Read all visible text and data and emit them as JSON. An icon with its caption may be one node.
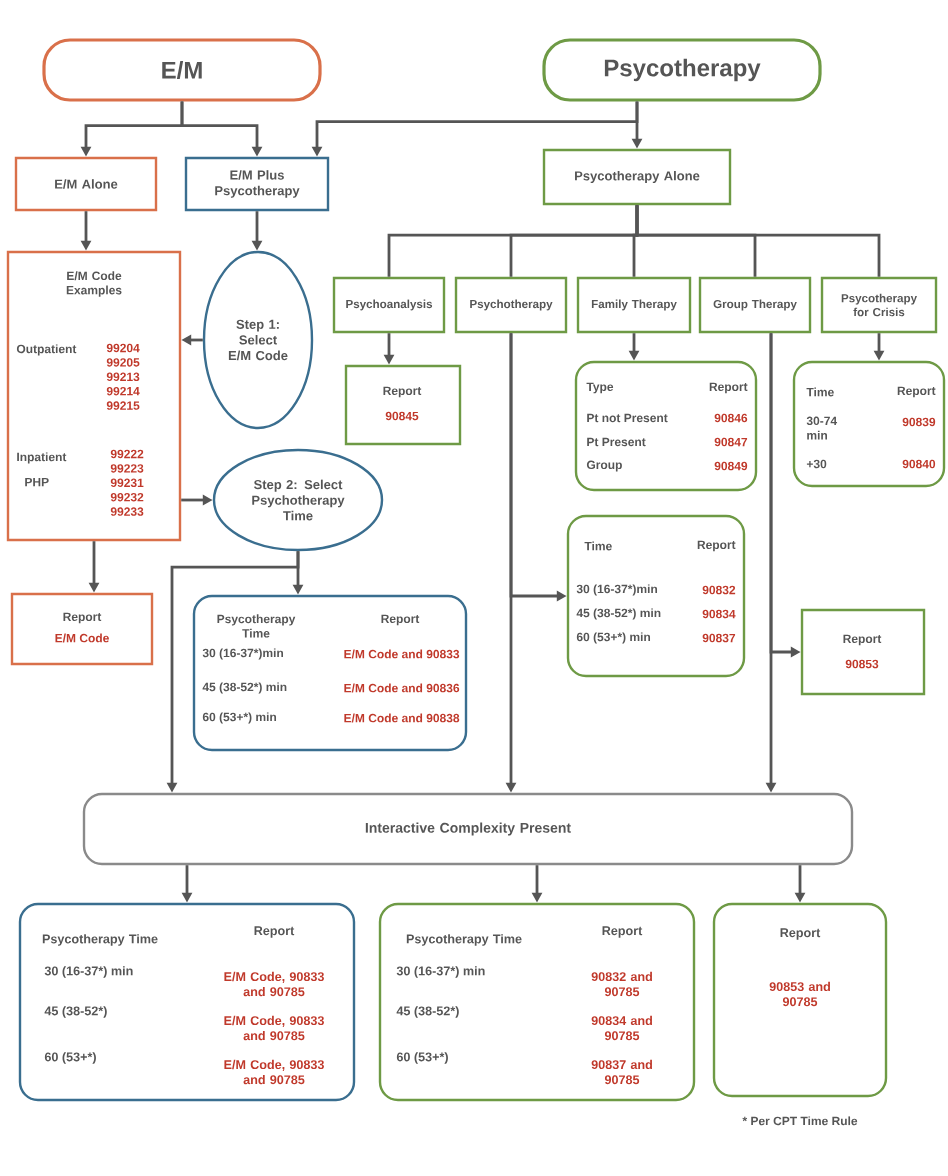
{
  "diagram": {
    "nodes": [
      {
        "text": [
          "E/M"
        ]
      },
      {
        "text": [
          "Psycotherapy"
        ]
      },
      {
        "text": [
          "E/M Alone"
        ]
      },
      {
        "text": [
          "E/M Plus Psycotherapy"
        ]
      },
      {
        "text": [
          "Psycotherapy Alone"
        ]
      },
      {
        "text": [
          "E/M Code Examples",
          "Outpatient",
          "99204",
          "99205",
          "99213",
          "99214",
          "99215",
          "Inpatient",
          "PHP",
          "99222",
          "99223",
          "99231",
          "99232",
          "99233"
        ]
      },
      {
        "text": [
          "Step 1: Select E/M Code"
        ]
      },
      {
        "text": [
          "Step 2: Select Psychotherapy Time"
        ]
      },
      {
        "text": [
          "Report",
          "E/M Code"
        ]
      },
      {
        "text": [
          "Psycotherapy Time",
          "Report",
          "30 (16-37*)min",
          "E/M Code and 90833",
          "45 (38-52*) min",
          "E/M Code and 90836",
          "60 (53+*) min",
          "E/M Code and 90838"
        ]
      },
      {
        "text": [
          "Psychoanalysis"
        ]
      },
      {
        "text": [
          "Psychotherapy"
        ]
      },
      {
        "text": [
          "Family Therapy"
        ]
      },
      {
        "text": [
          "Group Therapy"
        ]
      },
      {
        "text": [
          "Psycotherapy for Crisis"
        ]
      },
      {
        "text": [
          "Report",
          "90845"
        ]
      },
      {
        "text": [
          "Type",
          "Report",
          "Pt not Present",
          "90846",
          "Pt Present",
          "90847",
          "Group",
          "90849"
        ]
      },
      {
        "text": [
          "Time",
          "Report",
          "30-74 min",
          "90839",
          "+30",
          "90840"
        ]
      },
      {
        "text": [
          "Time",
          "Report",
          "30 (16-37*)min",
          "90832",
          "45 (38-52*) min",
          "90834",
          "60 (53+*) min",
          "90837"
        ]
      },
      {
        "text": [
          "Report",
          "90853"
        ]
      },
      {
        "text": [
          "Interactive Complexity Present"
        ]
      },
      {
        "text": [
          "Psycotherapy Time",
          "Report",
          "30 (16-37*) min",
          "E/M Code, 90833 and 90785",
          "45 (38-52*)",
          "E/M Code, 90833 and 90785",
          "60 (53+*)",
          "E/M Code, 90833 and 90785"
        ]
      },
      {
        "text": [
          "Psycotherapy Time",
          "Report",
          "30 (16-37*) min",
          "90832 and 90785",
          "45 (38-52*)",
          "90834 and 90785",
          "60 (53+*)",
          "90837 and 90785"
        ]
      },
      {
        "text": [
          "Report",
          "90853 and 90785"
        ]
      }
    ],
    "edges": [
      {
        "from": 0,
        "to": 2,
        "arrow": "to"
      },
      {
        "from": 0,
        "to": 3,
        "arrow": "to"
      },
      {
        "from": 1,
        "to": 4,
        "arrow": "to"
      },
      {
        "from": 1,
        "to": 3,
        "arrow": "to"
      },
      {
        "from": 2,
        "to": 5,
        "arrow": "to"
      },
      {
        "from": 3,
        "to": 6,
        "arrow": "to"
      },
      {
        "from": 6,
        "to": 5,
        "arrow": "to"
      },
      {
        "from": 5,
        "to": 7,
        "arrow": "to"
      },
      {
        "from": 5,
        "to": 8,
        "arrow": "to"
      },
      {
        "from": 7,
        "to": 9,
        "arrow": "to"
      },
      {
        "from": 7,
        "to": 20,
        "arrow": "to"
      },
      {
        "from": 4,
        "to": 10,
        "arrow": "none"
      },
      {
        "from": 4,
        "to": 11,
        "arrow": "none"
      },
      {
        "from": 4,
        "to": 12,
        "arrow": "none"
      },
      {
        "from": 4,
        "to": 13,
        "arrow": "none"
      },
      {
        "from": 4,
        "to": 14,
        "arrow": "none"
      },
      {
        "from": 10,
        "to": 15,
        "arrow": "to"
      },
      {
        "from": 12,
        "to": 16,
        "arrow": "to"
      },
      {
        "from": 14,
        "to": 17,
        "arrow": "to"
      },
      {
        "from": 11,
        "to": 18,
        "arrow": "to"
      },
      {
        "from": 11,
        "to": 20,
        "arrow": "to"
      },
      {
        "from": 13,
        "to": 19,
        "arrow": "to"
      },
      {
        "from": 13,
        "to": 20,
        "arrow": "to"
      },
      {
        "from": 20,
        "to": 21,
        "arrow": "to"
      },
      {
        "from": 20,
        "to": 22,
        "arrow": "to"
      },
      {
        "from": 20,
        "to": 23,
        "arrow": "to"
      }
    ],
    "labels": [
      "* Per CPT Time Rule"
    ]
  }
}
